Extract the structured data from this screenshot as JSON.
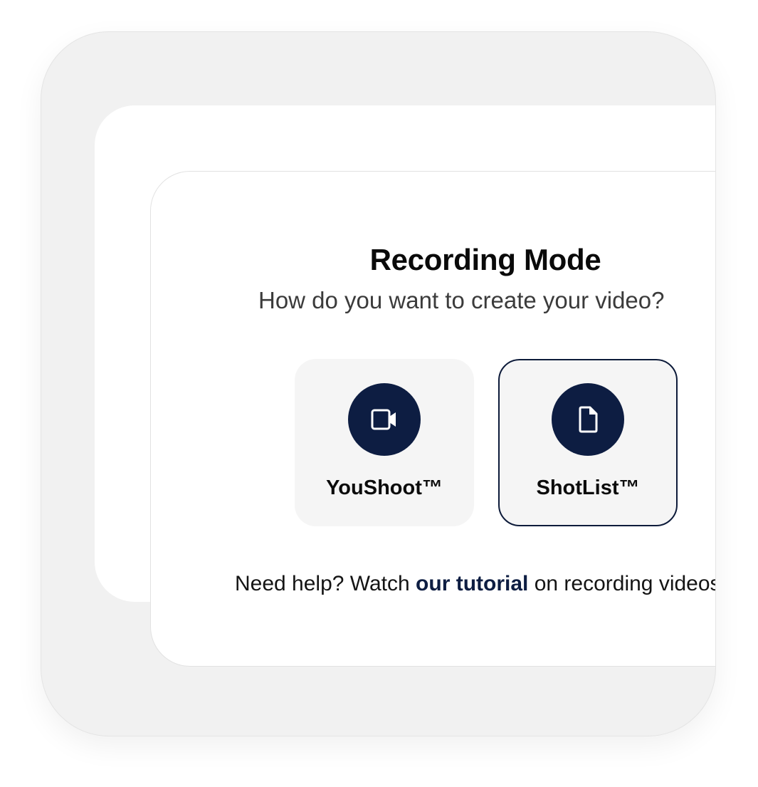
{
  "dialog": {
    "title": "Recording Mode",
    "subtitle": "How do you want to create your video?"
  },
  "modes": [
    {
      "label": "YouShoot™",
      "icon": "video-camera-icon",
      "selected": false
    },
    {
      "label": "ShotList™",
      "icon": "document-icon",
      "selected": true
    }
  ],
  "help": {
    "prefix": "Need help? Watch ",
    "link_label": "our tutorial",
    "suffix": " on recording videos."
  },
  "colors": {
    "accent": "#0d1d42",
    "card_background": "#f5f5f5",
    "frame_background": "#f1f1f1"
  }
}
